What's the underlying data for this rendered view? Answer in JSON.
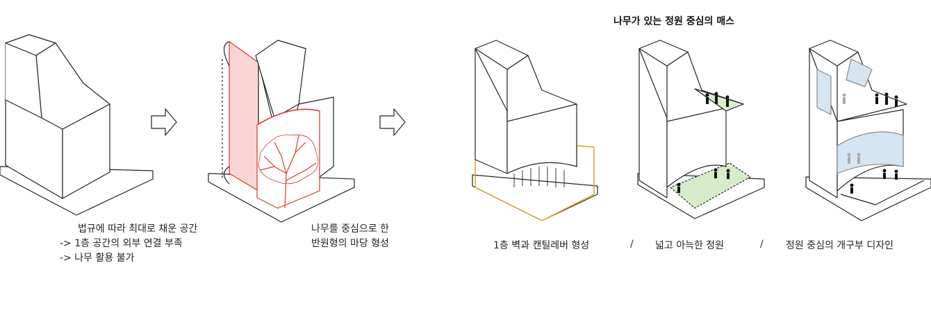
{
  "title": "나무가 있는 정원 중심의 매스",
  "step1": {
    "line1": "법규에 따라 최대로 채운 공간",
    "line2": "-> 1층 공간의 외부 연결 부족",
    "line3": "-> 나무 활용 불가"
  },
  "step2": {
    "line1": "나무를 중심으로 한",
    "line2": "반원형의 마당 형성"
  },
  "captions": {
    "c1": "1층 벽과 캔틸레버 형성",
    "sep1": "/",
    "c2": "넓고 아늑한 정원",
    "sep2": "/",
    "c3": "정원 중심의 개구부 디자인"
  },
  "colors": {
    "red": "#e0342c",
    "red_fill": "#f9d6d4",
    "yellow": "#d9a520",
    "green_fill": "#d7ecc9",
    "blue_fill": "#d6e5f2",
    "line": "#222222"
  }
}
